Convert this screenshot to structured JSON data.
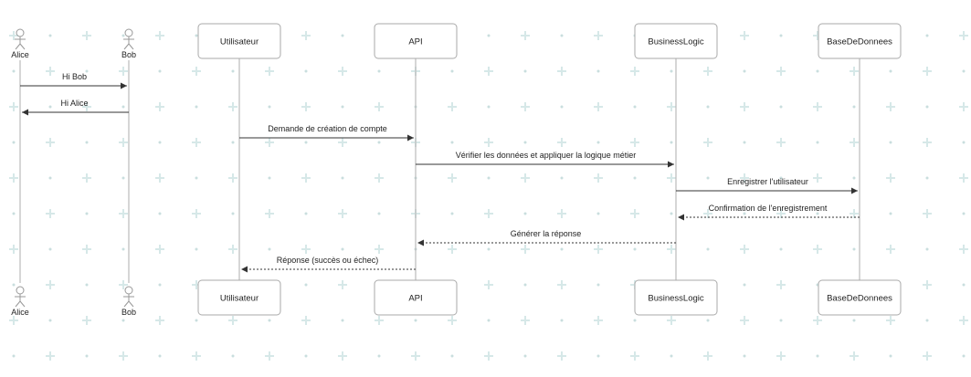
{
  "diagram": {
    "type": "sequence",
    "participants": [
      {
        "id": "alice",
        "label": "Alice",
        "kind": "actor"
      },
      {
        "id": "bob",
        "label": "Bob",
        "kind": "actor"
      },
      {
        "id": "utilisateur",
        "label": "Utilisateur",
        "kind": "box"
      },
      {
        "id": "api",
        "label": "API",
        "kind": "box"
      },
      {
        "id": "businesslogic",
        "label": "BusinessLogic",
        "kind": "box"
      },
      {
        "id": "basededonnees",
        "label": "BaseDeDonnees",
        "kind": "box"
      }
    ],
    "messages": [
      {
        "from": "alice",
        "to": "bob",
        "label": "Hi Bob",
        "style": "solid"
      },
      {
        "from": "bob",
        "to": "alice",
        "label": "Hi Alice",
        "style": "solid"
      },
      {
        "from": "utilisateur",
        "to": "api",
        "label": "Demande de création de compte",
        "style": "solid"
      },
      {
        "from": "api",
        "to": "businesslogic",
        "label": "Vérifier les données et appliquer la logique métier",
        "style": "solid"
      },
      {
        "from": "businesslogic",
        "to": "basededonnees",
        "label": "Enregistrer l'utilisateur",
        "style": "solid"
      },
      {
        "from": "basededonnees",
        "to": "businesslogic",
        "label": "Confirmation de l'enregistrement",
        "style": "dashed"
      },
      {
        "from": "businesslogic",
        "to": "api",
        "label": "Générer la réponse",
        "style": "dashed"
      },
      {
        "from": "api",
        "to": "utilisateur",
        "label": "Réponse (succès ou échec)",
        "style": "dashed"
      }
    ],
    "colors": {
      "line": "#333333",
      "lifeline": "#bbbbbb",
      "box_border": "#aaaaaa",
      "actor": "#999999",
      "grid_dot": "#c9dede",
      "grid_plus": "#d6e8e8"
    }
  }
}
